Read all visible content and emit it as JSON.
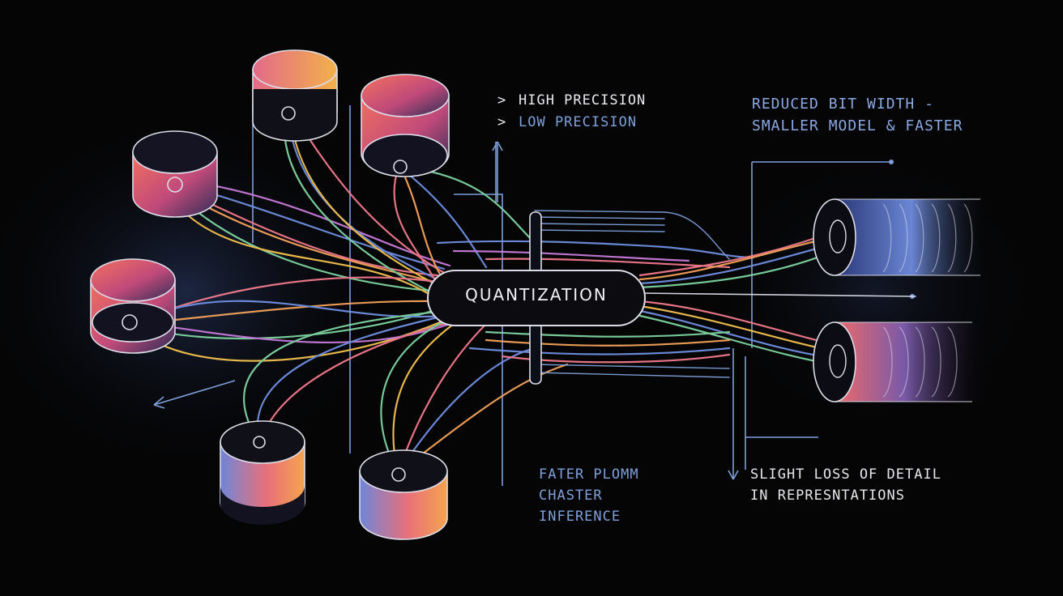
{
  "labels": {
    "precision": [
      {
        "marker": ">",
        "text": "HIGH PRECISION"
      },
      {
        "marker": ">",
        "text": "LOW PRECISION"
      }
    ],
    "top_right": [
      "REDUCED BIT WIDTH -",
      "SMALLER MODEL & FASTER"
    ],
    "center": "QUANTIZATION",
    "bottom_center": [
      "FATER PLOMM",
      "CHASTER",
      "INFERENCE"
    ],
    "bottom_right": [
      "SLIGHT LOSS OF DETAIL",
      "IN REPRESNTATIONS"
    ]
  },
  "colors": {
    "background": "#050506",
    "outline": "#dcdde8",
    "wire_palette": [
      "#f07a8c",
      "#f5a35a",
      "#f2c14e",
      "#7ed3a0",
      "#6f8fe0",
      "#c77ad8"
    ],
    "accent_blue": "#7f9fd8"
  }
}
